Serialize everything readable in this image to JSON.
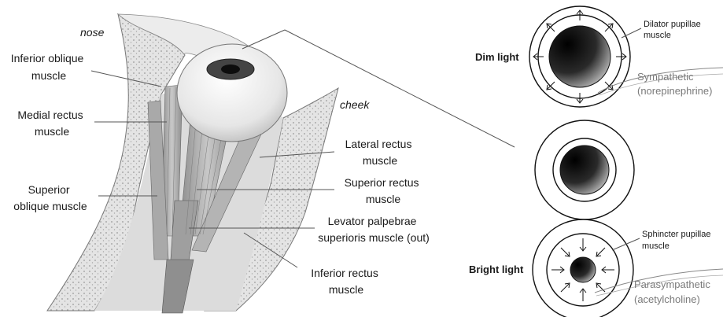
{
  "eye_anatomy": {
    "orientation": {
      "nose": "nose",
      "cheek": "cheek"
    },
    "labels": {
      "inferior_oblique": [
        "Inferior oblique",
        "muscle"
      ],
      "medial_rectus": [
        "Medial rectus",
        "muscle"
      ],
      "superior_oblique": [
        "Superior",
        "oblique muscle"
      ],
      "lateral_rectus": [
        "Lateral rectus",
        "muscle"
      ],
      "superior_rectus": [
        "Superior rectus",
        "muscle"
      ],
      "levator_palpebrae": [
        "Levator palpebrae",
        "superioris muscle (out)"
      ],
      "inferior_rectus": [
        "Inferior rectus",
        "muscle"
      ]
    }
  },
  "pupil_panel": {
    "dim_light": "Dim light",
    "bright_light": "Bright light",
    "dilator": [
      "Dilator pupillae",
      "muscle"
    ],
    "sympathetic": [
      "Sympathetic",
      "(norepinephrine)"
    ],
    "sphincter": [
      "Sphincter pupillae",
      "muscle"
    ],
    "parasympathetic": [
      "Parasympathetic",
      "(acetylcholine)"
    ]
  },
  "colors": {
    "ink": "#1a1a1a",
    "nerve_text": "#7a7a7a",
    "bone": "#d9d9d9",
    "muscle": "#9a9a9a"
  }
}
